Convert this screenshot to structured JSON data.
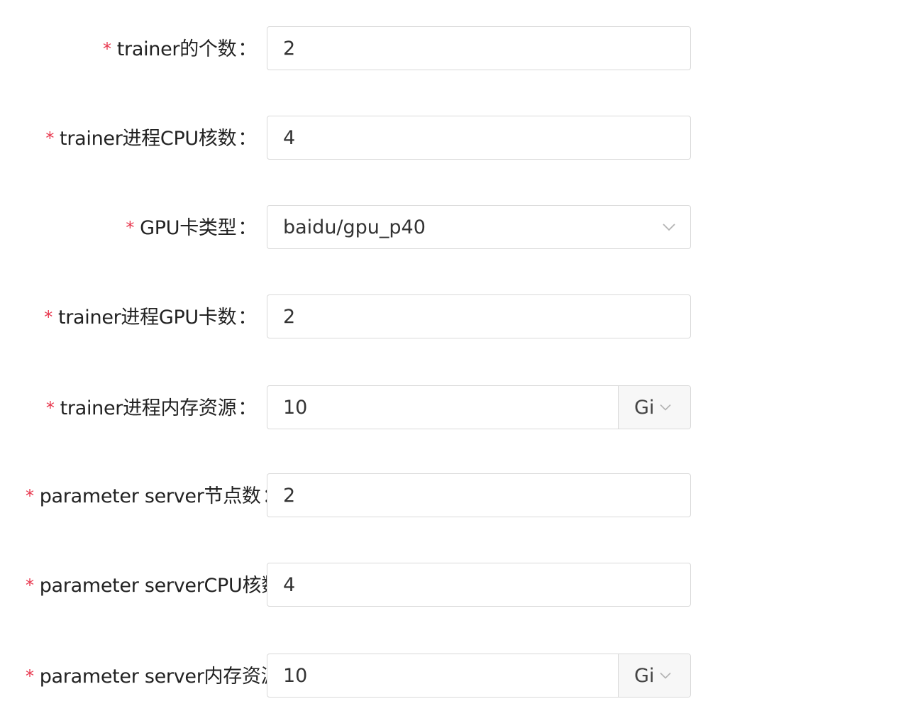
{
  "required_mark": "*",
  "colon": "：",
  "fields": {
    "trainer_count": {
      "label": "trainer的个数",
      "value": "2"
    },
    "trainer_cpu": {
      "label": "trainer进程CPU核数",
      "value": "4"
    },
    "gpu_type": {
      "label": "GPU卡类型",
      "value": "baidu/gpu_p40",
      "icon": "chevron-down-icon"
    },
    "trainer_gpu": {
      "label": "trainer进程GPU卡数",
      "value": "2"
    },
    "trainer_memory": {
      "label": "trainer进程内存资源",
      "value": "10",
      "unit": "Gi",
      "icon": "chevron-down-icon"
    },
    "ps_nodes": {
      "label": "parameter server节点数",
      "value": "2"
    },
    "ps_cpu": {
      "label": "parameter serverCPU核数",
      "value": "4"
    },
    "ps_memory": {
      "label": "parameter server内存资源",
      "value": "10",
      "unit": "Gi",
      "icon": "chevron-down-icon"
    }
  },
  "colors": {
    "required": "#e8384f",
    "border": "#d9d9d9",
    "addon_bg": "#f7f7f7"
  }
}
